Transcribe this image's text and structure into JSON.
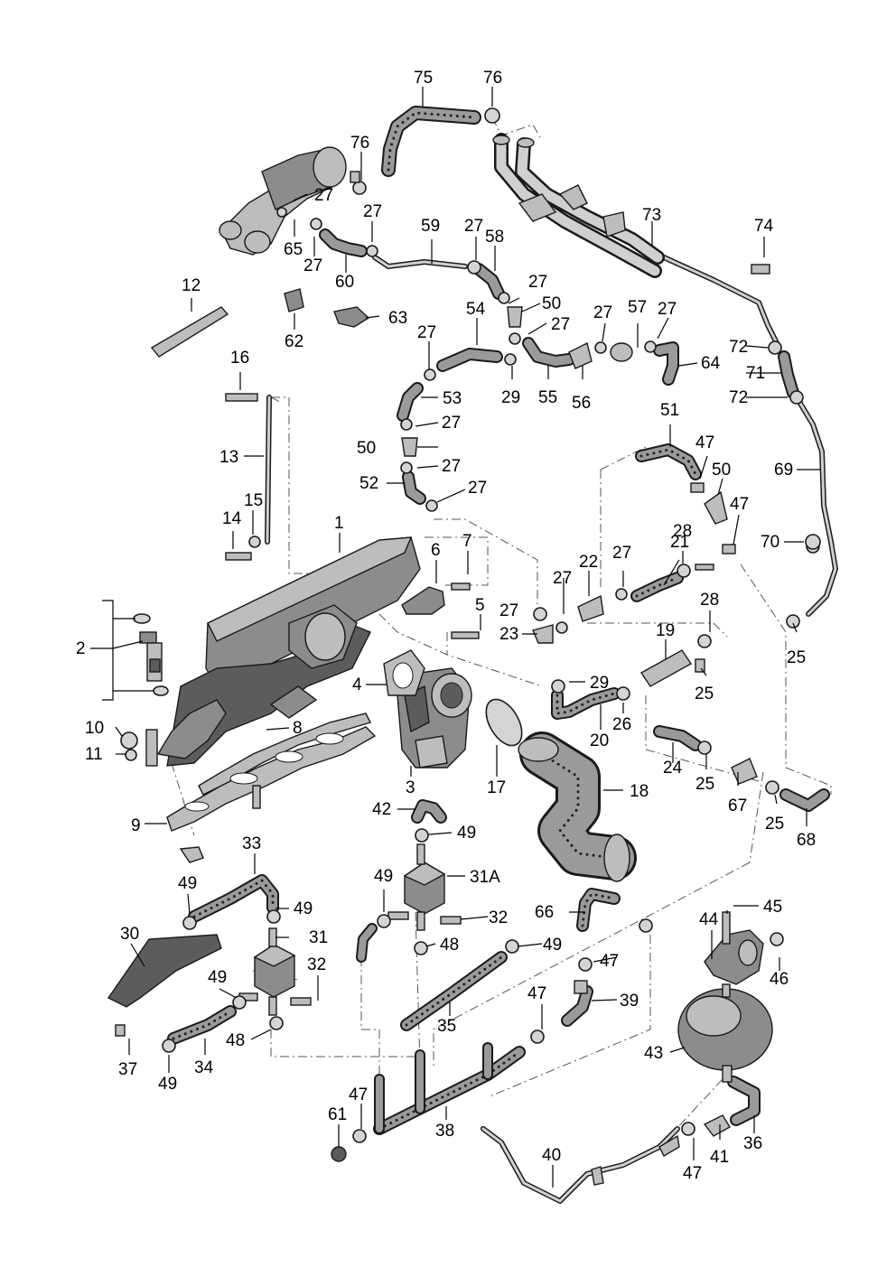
{
  "callouts": [
    {
      "id": "c75",
      "text": "75"
    },
    {
      "id": "c76a",
      "text": "76"
    },
    {
      "id": "c76b",
      "text": "76"
    },
    {
      "id": "c27a",
      "text": "27"
    },
    {
      "id": "c27b",
      "text": "27"
    },
    {
      "id": "c27c",
      "text": "27"
    },
    {
      "id": "c27d",
      "text": "27"
    },
    {
      "id": "c27e",
      "text": "27"
    },
    {
      "id": "c27f",
      "text": "27"
    },
    {
      "id": "c27g",
      "text": "27"
    },
    {
      "id": "c27h",
      "text": "27"
    },
    {
      "id": "c27i",
      "text": "27"
    },
    {
      "id": "c27j",
      "text": "27"
    },
    {
      "id": "c27k",
      "text": "27"
    },
    {
      "id": "c27l",
      "text": "27"
    },
    {
      "id": "c27m",
      "text": "27"
    },
    {
      "id": "c27n",
      "text": "27"
    },
    {
      "id": "c27o",
      "text": "27"
    },
    {
      "id": "c59",
      "text": "59"
    },
    {
      "id": "c58",
      "text": "58"
    },
    {
      "id": "c65",
      "text": "65"
    },
    {
      "id": "c60",
      "text": "60"
    },
    {
      "id": "c73",
      "text": "73"
    },
    {
      "id": "c74",
      "text": "74"
    },
    {
      "id": "c12",
      "text": "12"
    },
    {
      "id": "c62",
      "text": "62"
    },
    {
      "id": "c63",
      "text": "63"
    },
    {
      "id": "c50a",
      "text": "50"
    },
    {
      "id": "c50b",
      "text": "50"
    },
    {
      "id": "c50c",
      "text": "50"
    },
    {
      "id": "c54",
      "text": "54"
    },
    {
      "id": "c57",
      "text": "57"
    },
    {
      "id": "c64",
      "text": "64"
    },
    {
      "id": "c72a",
      "text": "72"
    },
    {
      "id": "c72b",
      "text": "72"
    },
    {
      "id": "c71",
      "text": "71"
    },
    {
      "id": "c16",
      "text": "16"
    },
    {
      "id": "c53",
      "text": "53"
    },
    {
      "id": "c29a",
      "text": "29"
    },
    {
      "id": "c29b",
      "text": "29"
    },
    {
      "id": "c55",
      "text": "55"
    },
    {
      "id": "c56",
      "text": "56"
    },
    {
      "id": "c51",
      "text": "51"
    },
    {
      "id": "c47a",
      "text": "47"
    },
    {
      "id": "c47b",
      "text": "47"
    },
    {
      "id": "c47c",
      "text": "47"
    },
    {
      "id": "c47d",
      "text": "47"
    },
    {
      "id": "c47e",
      "text": "47"
    },
    {
      "id": "c47f",
      "text": "47"
    },
    {
      "id": "c13",
      "text": "13"
    },
    {
      "id": "c52",
      "text": "52"
    },
    {
      "id": "c69",
      "text": "69"
    },
    {
      "id": "c15",
      "text": "15"
    },
    {
      "id": "c14",
      "text": "14"
    },
    {
      "id": "c1",
      "text": "1"
    },
    {
      "id": "c6",
      "text": "6"
    },
    {
      "id": "c7",
      "text": "7"
    },
    {
      "id": "c22",
      "text": "22"
    },
    {
      "id": "c21",
      "text": "21"
    },
    {
      "id": "c28a",
      "text": "28"
    },
    {
      "id": "c28b",
      "text": "28"
    },
    {
      "id": "c70",
      "text": "70"
    },
    {
      "id": "c5",
      "text": "5"
    },
    {
      "id": "c23",
      "text": "23"
    },
    {
      "id": "c2",
      "text": "2"
    },
    {
      "id": "c19",
      "text": "19"
    },
    {
      "id": "c25a",
      "text": "25"
    },
    {
      "id": "c25b",
      "text": "25"
    },
    {
      "id": "c25c",
      "text": "25"
    },
    {
      "id": "c25d",
      "text": "25"
    },
    {
      "id": "c4",
      "text": "4"
    },
    {
      "id": "c26",
      "text": "26"
    },
    {
      "id": "c10",
      "text": "10"
    },
    {
      "id": "c8",
      "text": "8"
    },
    {
      "id": "c11",
      "text": "11"
    },
    {
      "id": "c20",
      "text": "20"
    },
    {
      "id": "c24",
      "text": "24"
    },
    {
      "id": "c3",
      "text": "3"
    },
    {
      "id": "c17",
      "text": "17"
    },
    {
      "id": "c18",
      "text": "18"
    },
    {
      "id": "c67",
      "text": "67"
    },
    {
      "id": "c68",
      "text": "68"
    },
    {
      "id": "c42",
      "text": "42"
    },
    {
      "id": "c49a",
      "text": "49"
    },
    {
      "id": "c49b",
      "text": "49"
    },
    {
      "id": "c49c",
      "text": "49"
    },
    {
      "id": "c49d",
      "text": "49"
    },
    {
      "id": "c49e",
      "text": "49"
    },
    {
      "id": "c49f",
      "text": "49"
    },
    {
      "id": "c49g",
      "text": "49"
    },
    {
      "id": "c9",
      "text": "9"
    },
    {
      "id": "c33",
      "text": "33"
    },
    {
      "id": "c31a",
      "text": "31A"
    },
    {
      "id": "c32a",
      "text": "32"
    },
    {
      "id": "c32b",
      "text": "32"
    },
    {
      "id": "c66",
      "text": "66"
    },
    {
      "id": "c45",
      "text": "45"
    },
    {
      "id": "c44",
      "text": "44"
    },
    {
      "id": "c30",
      "text": "30"
    },
    {
      "id": "c31",
      "text": "31"
    },
    {
      "id": "c48a",
      "text": "48"
    },
    {
      "id": "c48b",
      "text": "48"
    },
    {
      "id": "c46",
      "text": "46"
    },
    {
      "id": "c39",
      "text": "39"
    },
    {
      "id": "c35",
      "text": "35"
    },
    {
      "id": "c43",
      "text": "43"
    },
    {
      "id": "c37",
      "text": "37"
    },
    {
      "id": "c34",
      "text": "34"
    },
    {
      "id": "c61",
      "text": "61"
    },
    {
      "id": "c38",
      "text": "38"
    },
    {
      "id": "c40",
      "text": "40"
    },
    {
      "id": "c41",
      "text": "41"
    },
    {
      "id": "c36",
      "text": "36"
    }
  ]
}
